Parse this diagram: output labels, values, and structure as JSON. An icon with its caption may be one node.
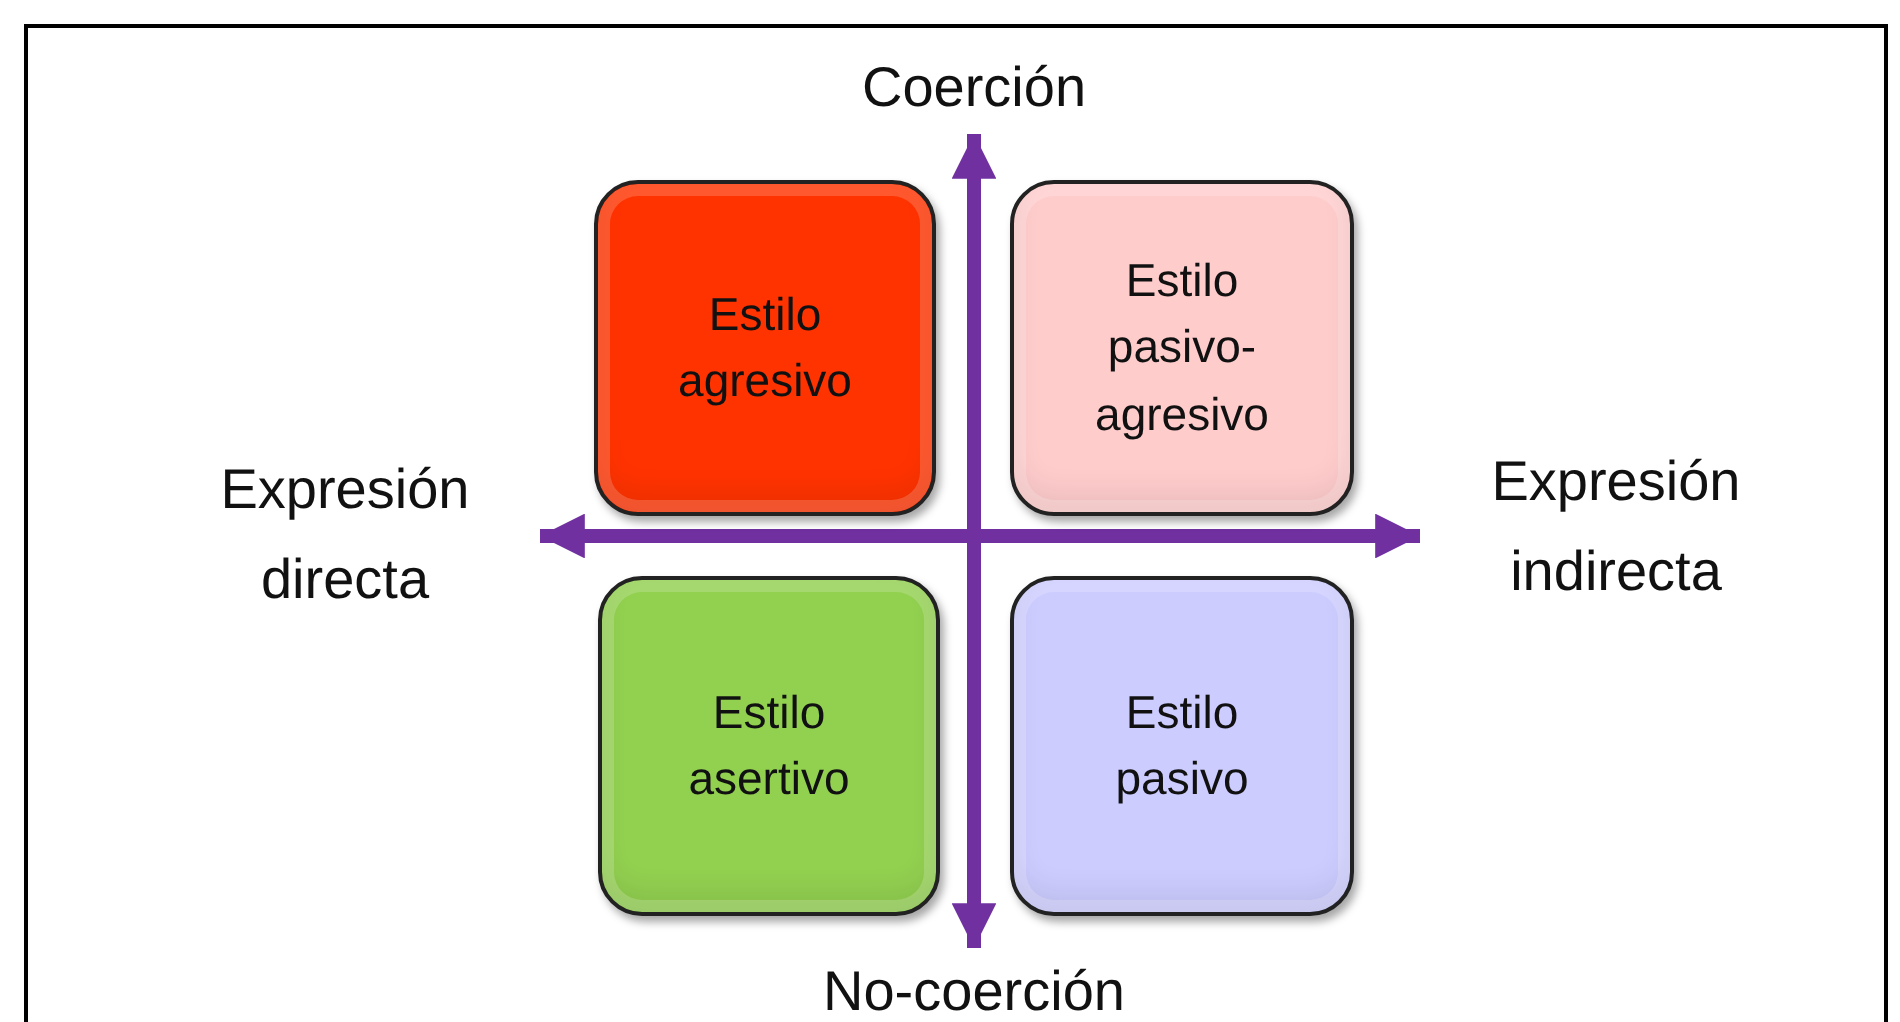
{
  "diagram": {
    "nodes": [
      {
        "text": [
          "Coerción"
        ]
      },
      {
        "text": [
          "Estilo agresivo"
        ]
      },
      {
        "text": [
          "Estilo pasivo-agresivo"
        ]
      },
      {
        "text": [
          "Expresión directa"
        ]
      },
      {
        "text": [
          "Expresión indirecta"
        ]
      },
      {
        "text": [
          "Estilo asertivo"
        ]
      },
      {
        "text": [
          "Estilo pasivo"
        ]
      },
      {
        "text": [
          "No-coerción"
        ]
      }
    ],
    "edges": [
      {
        "from": 0,
        "to": 7,
        "arrow": "both"
      },
      {
        "from": 3,
        "to": 4,
        "arrow": "both"
      }
    ]
  }
}
